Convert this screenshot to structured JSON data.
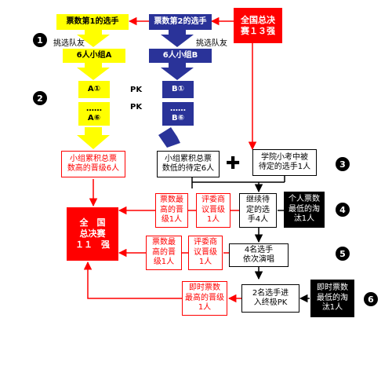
{
  "top": {
    "first_votes": "票数第1的选手",
    "second_votes": "票数第2的选手",
    "final13": "全国总决\n赛１３强"
  },
  "steps": [
    "1",
    "2",
    "3",
    "4",
    "5",
    "6"
  ],
  "pick_teammates": "挑选队友",
  "group_a": "6人小组A",
  "group_b": "6人小组B",
  "a1": "A①",
  "a_dots": "……\nA⑥",
  "b1": "B①",
  "b_dots": "……\nB⑥",
  "pk": "PK",
  "group_high": "小组累积总票\n数高的晋级6人",
  "group_low": "小组累积总票\n数低的待定6人",
  "plus": "✚",
  "academy": "学院小考中被\n待定的选手1人",
  "final11": "全　国\n总决赛\n１１　强",
  "row4": {
    "votes_high": "票数最\n高的晋\n级1人",
    "judges": "评委商\n议晋级\n1人",
    "continue": "继续待\n定的选\n手4人",
    "lowest": "个人票数\n最低的淘\n汰1人"
  },
  "row5": {
    "votes_high": "票数最\n高的晋\n级1人",
    "judges": "评委商\n议晋级\n1人",
    "four_sing": "4名选手\n依次演唱"
  },
  "row6": {
    "instant_high": "即时票数\n最高的晋级\n1人",
    "two_pk": "2名选手进\n入终极PK",
    "instant_low": "即时票数\n最低的淘\n汰1人"
  }
}
